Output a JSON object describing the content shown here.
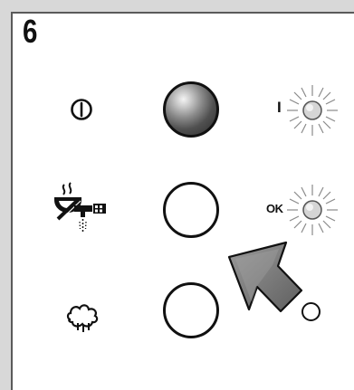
{
  "step": {
    "number": "6"
  },
  "indicators": {
    "power_led_label": "I",
    "ok_led_label": "OK"
  },
  "icons": {
    "power": "power-icon",
    "hot_water": "hot-water-icon",
    "steam": "steam-icon",
    "pointer": "arrow-pointer-icon"
  }
}
